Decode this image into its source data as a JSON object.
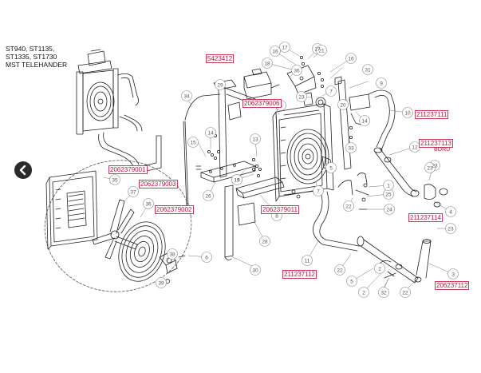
{
  "header": {
    "lines": [
      "ST940, ST1135,",
      "ST1335, ST1730",
      "MST TELEHANDER"
    ]
  },
  "part_numbers": {
    "p5423412": "5423412",
    "p2062379006": "2062379006",
    "p211237111": "211237111",
    "p211237113": "211237113",
    "p211237113_sub": "BORU",
    "p2062379001": "2062379001",
    "p2062379003": "2062379003",
    "p2062379002": "2062379002",
    "p2062379011": "2062379011",
    "p211237114": "211237114",
    "p211237112": "211237112",
    "p206237112": "206237112"
  },
  "callouts": [
    "17",
    "16",
    "27",
    "18",
    "36",
    "16",
    "21",
    "9",
    "31",
    "29",
    "23",
    "34",
    "7",
    "20",
    "10",
    "14",
    "6",
    "12",
    "13",
    "14",
    "15",
    "19",
    "5",
    "33",
    "23",
    "35",
    "37",
    "15",
    "26",
    "7",
    "28",
    "24",
    "4",
    "11",
    "25",
    "1",
    "23",
    "36",
    "30",
    "3",
    "38",
    "22",
    "39",
    "22",
    "32",
    "5",
    "2",
    "6",
    "8",
    "2",
    "22",
    "23"
  ],
  "nav": {
    "back_icon": "chevron-left-icon"
  }
}
